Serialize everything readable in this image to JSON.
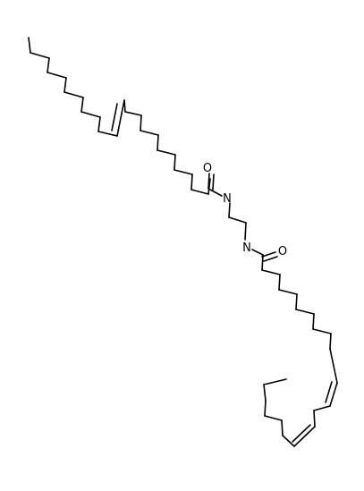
{
  "molecule": {
    "atoms": {
      "oxygen_upper": "O",
      "nitrogen_upper": "N",
      "nitrogen_lower": "N",
      "oxygen_lower": "O"
    }
  }
}
